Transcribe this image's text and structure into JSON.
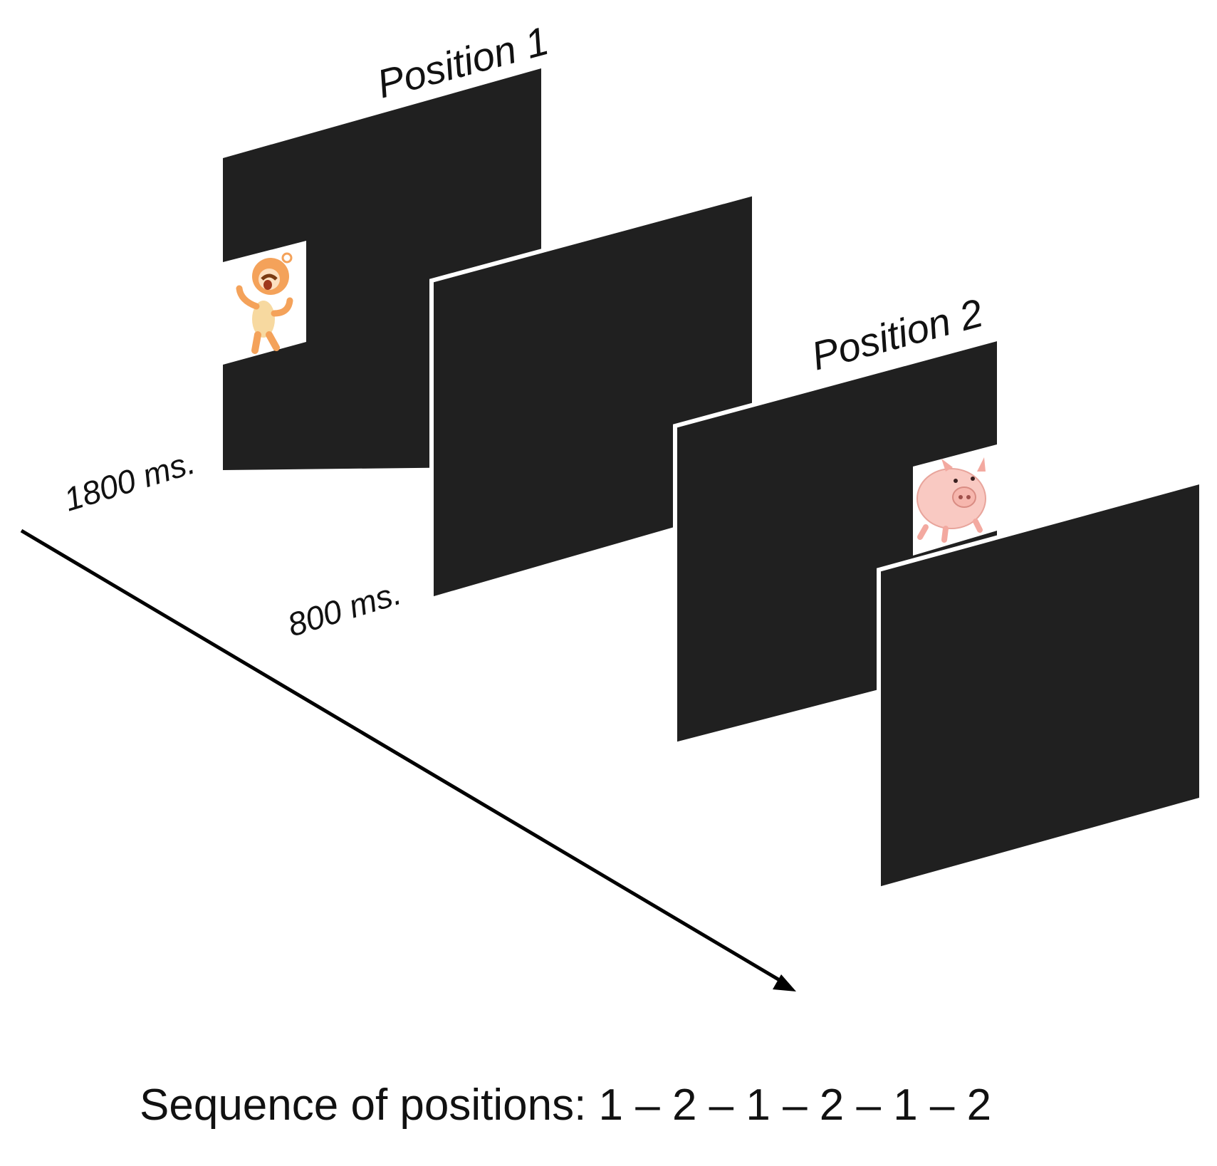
{
  "labels": {
    "position1": "Position 1",
    "position2": "Position 2",
    "duration_stimulus": "1800 ms.",
    "duration_blank": "800 ms."
  },
  "caption": "Sequence of positions: 1 – 2 – 1 – 2 – 1 – 2",
  "colors": {
    "panel": "#202020",
    "panel_edge": "#ffffff",
    "arrow": "#000000",
    "background": "#ffffff"
  },
  "stimuli": {
    "position1": "baby-cartoon",
    "position2": "pig-cartoon"
  }
}
